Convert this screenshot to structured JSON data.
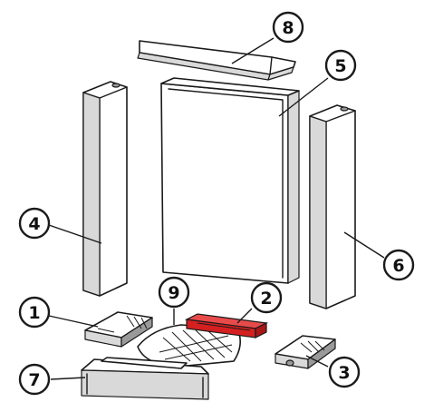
{
  "diagram": {
    "highlight_color": "#d42020",
    "outline_color": "#1a1a1a",
    "callouts": [
      {
        "id": "1",
        "label": "1"
      },
      {
        "id": "2",
        "label": "2"
      },
      {
        "id": "3",
        "label": "3"
      },
      {
        "id": "4",
        "label": "4"
      },
      {
        "id": "5",
        "label": "5"
      },
      {
        "id": "6",
        "label": "6"
      },
      {
        "id": "7",
        "label": "7"
      },
      {
        "id": "8",
        "label": "8"
      },
      {
        "id": "9",
        "label": "9"
      }
    ],
    "highlighted_part": "2"
  }
}
